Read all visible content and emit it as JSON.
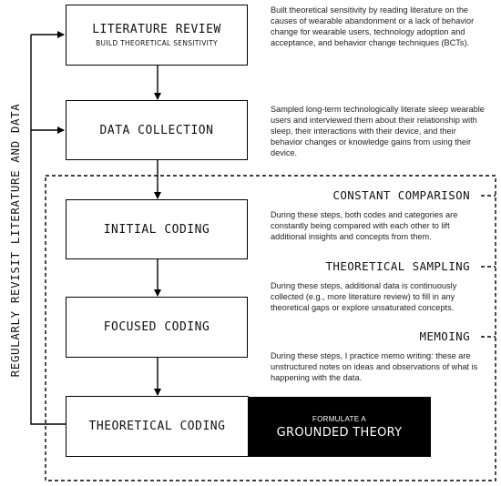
{
  "side_label": "REGULARLY REVISIT LITERATURE AND DATA",
  "steps": {
    "literature_review": {
      "title": "LITERATURE REVIEW",
      "subtitle": "BUILD THEORETICAL SENSITIVITY",
      "description": "Built theoretical sensitivity by reading literature on the causes of wearable abandonment or a lack of behavior change for wearable users, technology adoption and acceptance, and behavior change techniques (BCTs)."
    },
    "data_collection": {
      "title": "DATA COLLECTION",
      "description": "Sampled long-term technologically literate sleep wearable users and interviewed them about their relationship with sleep, their interactions with their device, and their behavior changes or knowledge gains from using their device."
    },
    "initial_coding": {
      "title": "INITIAL CODING"
    },
    "focused_coding": {
      "title": "FOCUSED CODING"
    },
    "theoretical_coding": {
      "title": "THEORETICAL CODING"
    }
  },
  "outcome": {
    "pre": "FORMULATE A",
    "main": "GROUNDED THEORY"
  },
  "practices": [
    {
      "heading": "CONSTANT COMPARISON",
      "description": "During these steps, both codes and categories are constantly being compared with each other to lift additional insights and concepts from them."
    },
    {
      "heading": "THEORETICAL SAMPLING",
      "description": "During these steps, additional data is continuously collected (e.g., more literature review) to fill in any theoretical gaps or explore unsaturated concepts."
    },
    {
      "heading": "MEMOING",
      "description": "During these steps, I practice memo writing: these are unstructured notes on ideas and observations of what is happening with the data."
    }
  ]
}
